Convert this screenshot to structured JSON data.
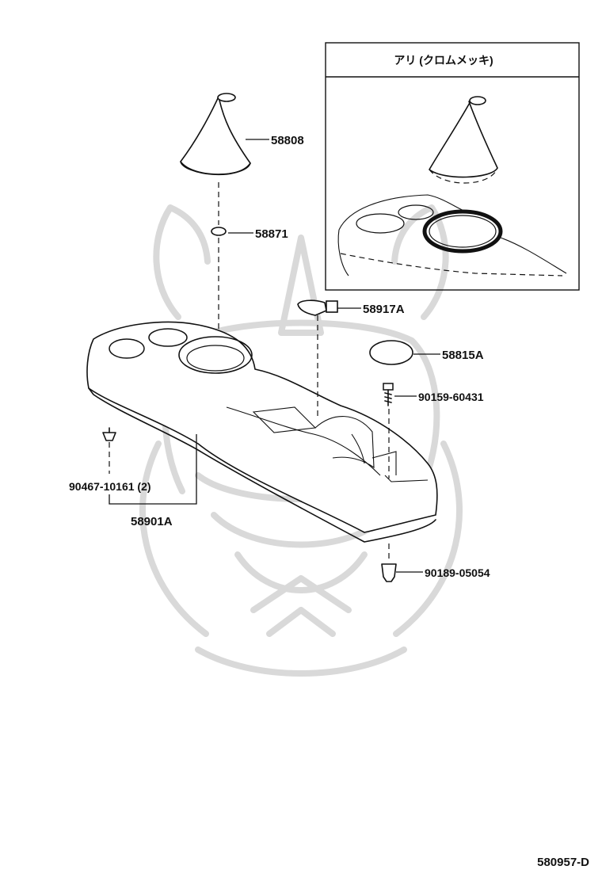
{
  "inset": {
    "title": "アリ (クロムメッキ)"
  },
  "labels": {
    "p58808": "58808",
    "p58871": "58871",
    "p58917A": "58917A",
    "p58815A": "58815A",
    "p90159": "90159-60431",
    "p90467": "90467-10161 (2)",
    "p58901A": "58901A",
    "p90189": "90189-05054"
  },
  "footer": {
    "code": "580957-D"
  }
}
